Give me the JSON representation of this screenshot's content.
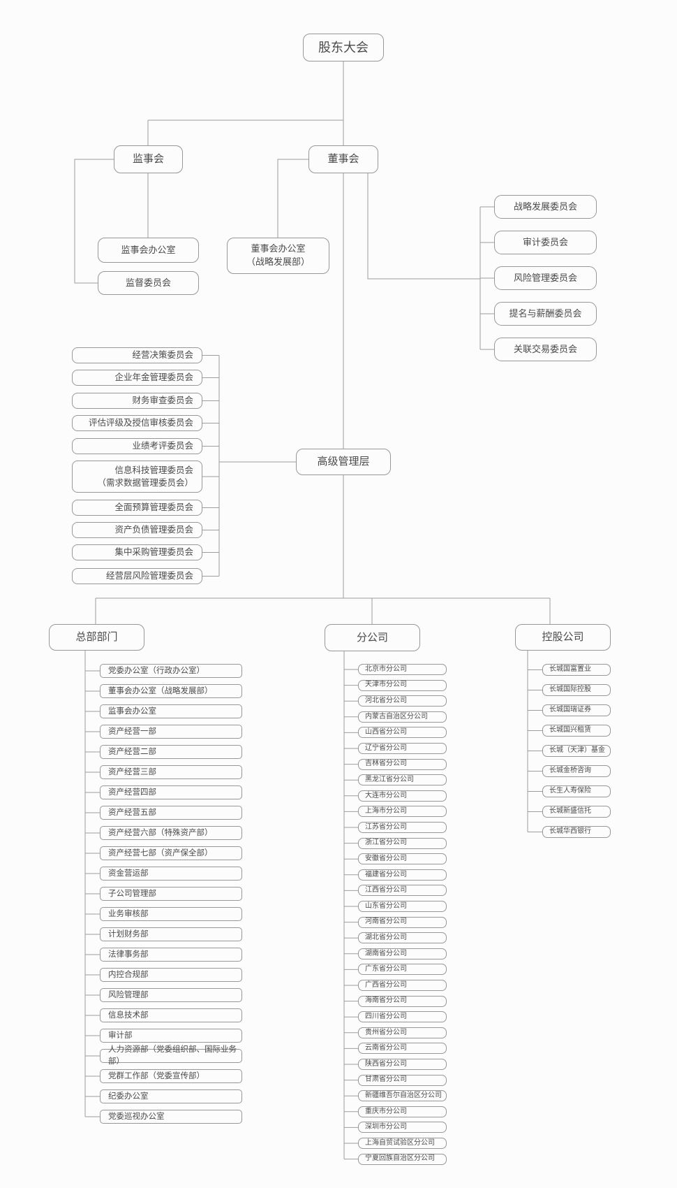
{
  "palette": {
    "background": "#fcfcfc",
    "box_border": "#979797",
    "line": "#9d9d9d",
    "text": "#4a4a4a"
  },
  "top": {
    "shareholders_meeting": "股东大会",
    "supervisory_board": "监事会",
    "board_of_directors": "董事会",
    "supervisory_board_office": "监事会办公室",
    "supervision_committee": "监督委员会",
    "board_office": "董事会办公室\n（战略发展部）"
  },
  "board_committees": [
    "战略发展委员会",
    "审计委员会",
    "风险管理委员会",
    "提名与薪酬委员会",
    "关联交易委员会"
  ],
  "senior_management": "高级管理层",
  "management_committees": [
    "经营决策委员会",
    "企业年金管理委员会",
    "财务审查委员会",
    "评估评级及授信审核委员会",
    "业绩考评委员会",
    "信息科技管理委员会\n（需求数据管理委员会）",
    "全面预算管理委员会",
    "资产负债管理委员会",
    "集中采购管理委员会",
    "经营层风险管理委员会"
  ],
  "sections": {
    "headquarters": {
      "label": "总部部门",
      "items": [
        "党委办公室（行政办公室）",
        "董事会办公室（战略发展部）",
        "监事会办公室",
        "资产经营一部",
        "资产经营二部",
        "资产经营三部",
        "资产经营四部",
        "资产经营五部",
        "资产经营六部（特殊资产部）",
        "资产经营七部（资产保全部）",
        "资金营运部",
        "子公司管理部",
        "业务审核部",
        "计划财务部",
        "法律事务部",
        "内控合规部",
        "风险管理部",
        "信息技术部",
        "审计部",
        "人力资源部（党委组织部、国际业务部）",
        "党群工作部（党委宣传部）",
        "纪委办公室",
        "党委巡视办公室"
      ]
    },
    "branches": {
      "label": "分公司",
      "items": [
        "北京市分公司",
        "天津市分公司",
        "河北省分公司",
        "内蒙古自治区分公司",
        "山西省分公司",
        "辽宁省分公司",
        "吉林省分公司",
        "黑龙江省分公司",
        "大连市分公司",
        "上海市分公司",
        "江苏省分公司",
        "浙江省分公司",
        "安徽省分公司",
        "福建省分公司",
        "江西省分公司",
        "山东省分公司",
        "河南省分公司",
        "湖北省分公司",
        "湖南省分公司",
        "广东省分公司",
        "广西省分公司",
        "海南省分公司",
        "四川省分公司",
        "贵州省分公司",
        "云南省分公司",
        "陕西省分公司",
        "甘肃省分公司",
        "新疆维吾尔自治区分公司",
        "重庆市分公司",
        "深圳市分公司",
        "上海自贸试验区分公司",
        "宁夏回族自治区分公司"
      ]
    },
    "holdings": {
      "label": "控股公司",
      "items": [
        "长城国富置业",
        "长城国际控股",
        "长城国瑞证券",
        "长城国兴租赁",
        "长城（天津）基金",
        "长城金桥咨询",
        "长生人寿保险",
        "长城新盛信托",
        "长城华西银行"
      ]
    }
  }
}
